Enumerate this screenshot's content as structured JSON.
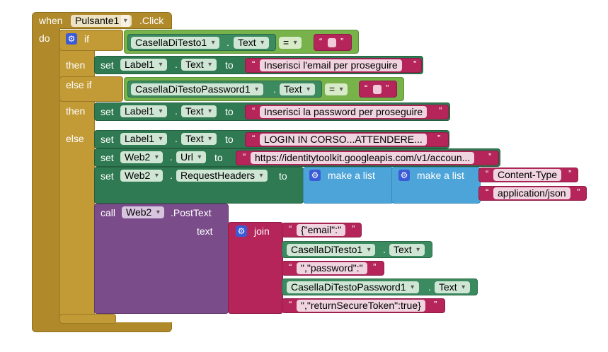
{
  "event": {
    "when_label": "when",
    "component": "Pulsante1",
    "event_name": ".Click",
    "do_label": "do"
  },
  "if_block": {
    "if_label": "if",
    "then_label": "then",
    "elseif_label": "else if",
    "else_label": "else"
  },
  "cond1": {
    "component": "CasellaDiTesto1",
    "dot": ".",
    "prop": "Text",
    "op": "="
  },
  "cond2": {
    "component": "CasellaDiTestoPassword1",
    "dot": ".",
    "prop": "Text",
    "op": "="
  },
  "set1": {
    "set": "set",
    "component": "Label1",
    "prop": "Text",
    "to": "to",
    "value": "Inserisci l'email per proseguire"
  },
  "set2": {
    "set": "set",
    "component": "Label1",
    "prop": "Text",
    "to": "to",
    "value": "Inserisci la password per proseguire"
  },
  "set3": {
    "set": "set",
    "component": "Label1",
    "prop": "Text",
    "to": "to",
    "value": "LOGIN IN CORSO...ATTENDERE..."
  },
  "set4": {
    "set": "set",
    "component": "Web2",
    "prop": "Url",
    "to": "to",
    "value": "https://identitytoolkit.googleapis.com/v1/accoun..."
  },
  "set5": {
    "set": "set",
    "component": "Web2",
    "prop": "RequestHeaders",
    "to": "to",
    "make_list": "make a list",
    "make_list_inner": "make a list",
    "item1": "Content-Type",
    "item2": "application/json"
  },
  "call": {
    "call": "call",
    "component": "Web2",
    "method": ".PostText",
    "text_label": "text",
    "join": "join",
    "part1": "{\"email\":\"",
    "part2_component": "CasellaDiTesto1",
    "part2_prop": "Text",
    "part3": "\",\"password\":\"",
    "part4_component": "CasellaDiTestoPassword1",
    "part4_prop": "Text",
    "part5": "\",\"returnSecureToken\":true}"
  },
  "quote_open": "“",
  "quote_close": "”",
  "dot": "."
}
